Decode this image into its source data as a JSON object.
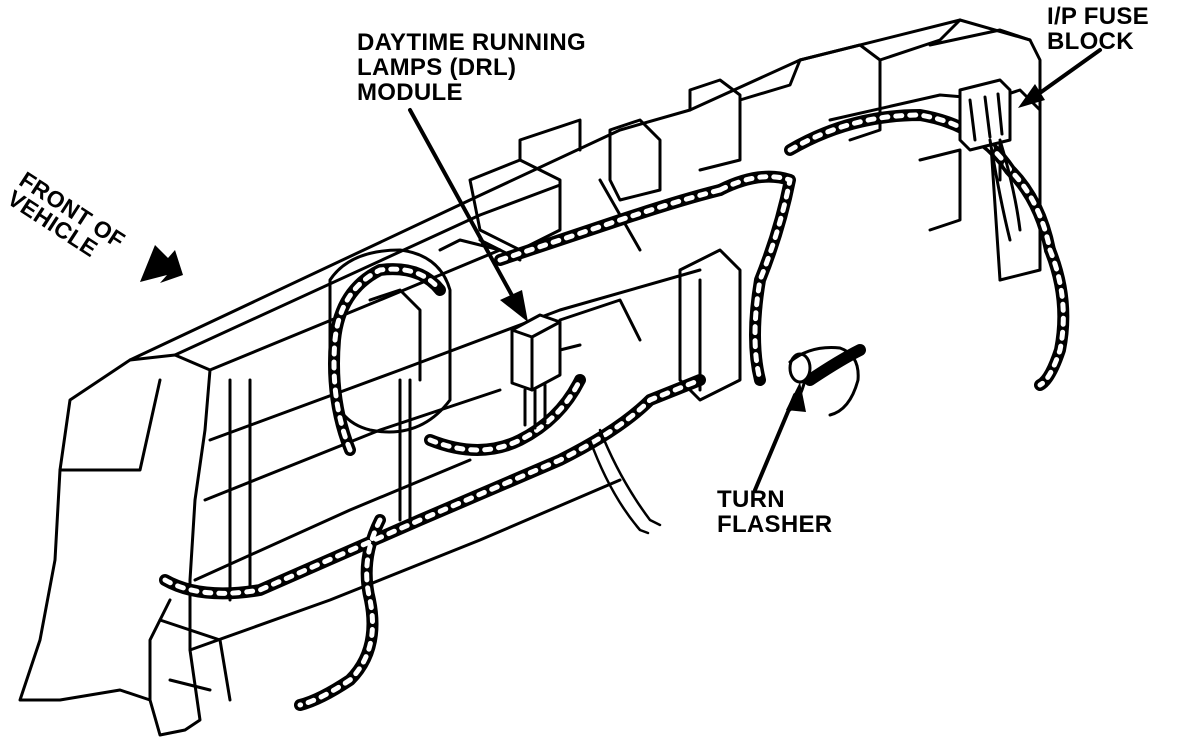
{
  "callouts": {
    "drl_module": {
      "lines": [
        "DAYTIME RUNNING",
        "LAMPS (DRL)",
        "MODULE"
      ]
    },
    "ip_fuse_block": {
      "lines": [
        "I/P FUSE",
        "BLOCK"
      ]
    },
    "turn_flasher": {
      "lines": [
        "TURN",
        "FLASHER"
      ]
    },
    "front_of_vehicle": {
      "lines": [
        "FRONT OF",
        "VEHICLE"
      ]
    }
  },
  "colors": {
    "ink": "#000000",
    "paper": "#ffffff"
  }
}
